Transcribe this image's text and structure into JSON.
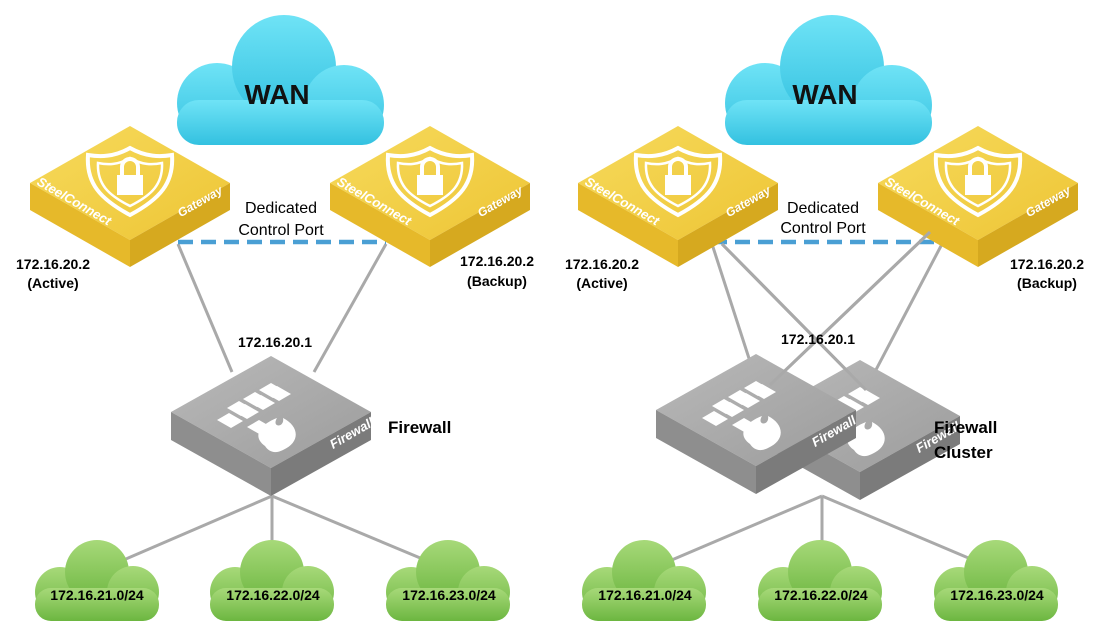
{
  "diagrams": [
    {
      "wan": "WAN",
      "active": {
        "ip": "172.16.20.2",
        "role": "(Active)"
      },
      "backup": {
        "ip": "172.16.20.2",
        "role": "(Backup)"
      },
      "control_port": {
        "line1": "Dedicated",
        "line2": "Control Port"
      },
      "firewall_ip": "172.16.20.1",
      "firewall_label": {
        "line1": "Firewall",
        "line2": ""
      },
      "device_text": {
        "brand": "SteelConnect",
        "type": "Gateway",
        "firewall_face": "Firewall"
      },
      "subnets": [
        "172.16.21.0/24",
        "172.16.22.0/24",
        "172.16.23.0/24"
      ]
    },
    {
      "wan": "WAN",
      "active": {
        "ip": "172.16.20.2",
        "role": "(Active)"
      },
      "backup": {
        "ip": "172.16.20.2",
        "role": "(Backup)"
      },
      "control_port": {
        "line1": "Dedicated",
        "line2": "Control Port"
      },
      "firewall_ip": "172.16.20.1",
      "firewall_label": {
        "line1": "Firewall",
        "line2": "Cluster"
      },
      "device_text": {
        "brand": "SteelConnect",
        "type": "Gateway",
        "firewall_face": "Firewall"
      },
      "subnets": [
        "172.16.21.0/24",
        "172.16.22.0/24",
        "172.16.23.0/24"
      ]
    }
  ],
  "colors": {
    "wan_cloud": "#4ccfe9",
    "subnet_cloud": "#7cc24f",
    "gateway": "#f0c93a",
    "firewall": "#9a9a9a",
    "control_link": "#4a9fd4",
    "network_link": "#a9a9a9"
  }
}
